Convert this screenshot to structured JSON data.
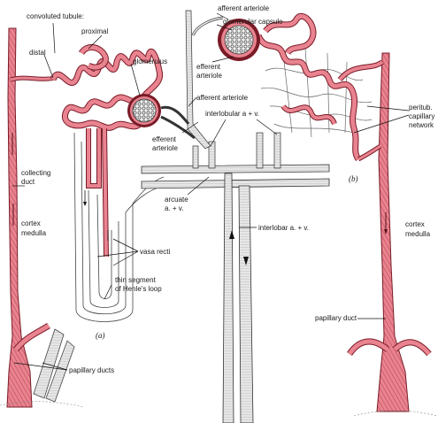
{
  "labels": {
    "convoluted_tubule": "convoluted tubule:",
    "proximal": "proximal",
    "distal": "distal",
    "glomerulus": "glomerulus",
    "collecting_duct_1": "collecting",
    "collecting_duct_2": "duct",
    "cortex_left": "cortex",
    "medulla_left": "medulla",
    "efferent_arteriole_a_1": "efferent",
    "efferent_arteriole_a_2": "arteriole",
    "afferent_arteriole_mid": "afferent arteriole",
    "interlobular": "interlobular a + v.",
    "arcuate_1": "arcuate",
    "arcuate_2": "a. + v.",
    "interlobar": "interlobar a. + v.",
    "vasa_recti": "vasa recti",
    "thin_segment_1": "thin segment",
    "thin_segment_2": "of Henle's loop",
    "panel_a": "(a)",
    "papillary_ducts": "papillary ducts",
    "afferent_arteriole_top": "afferent arteriole",
    "glomerular_capsule": "glomerular capsule",
    "efferent_arteriole_b_1": "efferent",
    "efferent_arteriole_b_2": "arteriole",
    "peritub_1": "peritub.",
    "peritub_2": "capillary",
    "peritub_3": "network",
    "panel_b": "(b)",
    "cortex_right": "cortex",
    "medulla_right": "medulla",
    "papillary_duct": "papillary duct"
  },
  "colors": {
    "tubule": "#e8838f",
    "tubule_stroke": "#7a1c28",
    "vessel_fill": "#e4e4e4",
    "vessel_stroke": "#333333",
    "capillary": "#666666"
  }
}
